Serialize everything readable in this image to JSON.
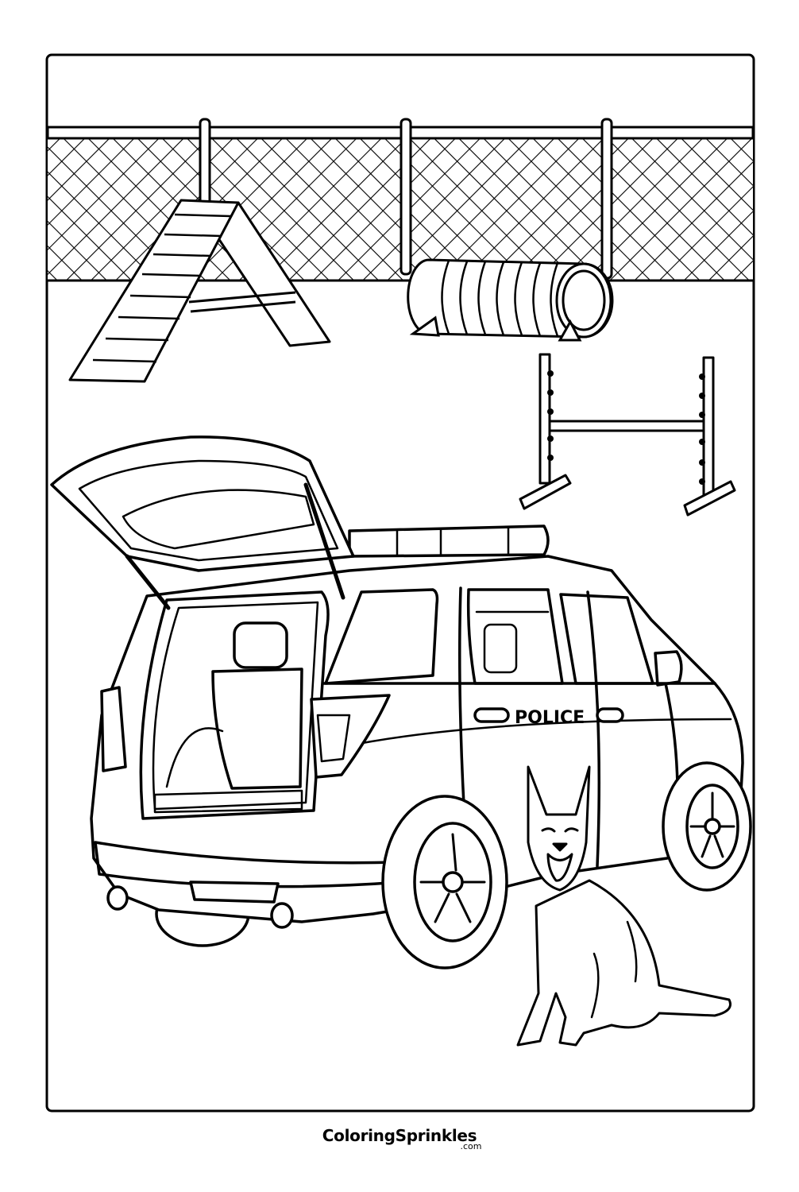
{
  "watermark": {
    "brand": "ColoringSprinkles",
    "tld": ".com"
  },
  "car": {
    "door_label": "POLICE"
  },
  "colors": {
    "line": "#000000",
    "paper": "#ffffff"
  }
}
